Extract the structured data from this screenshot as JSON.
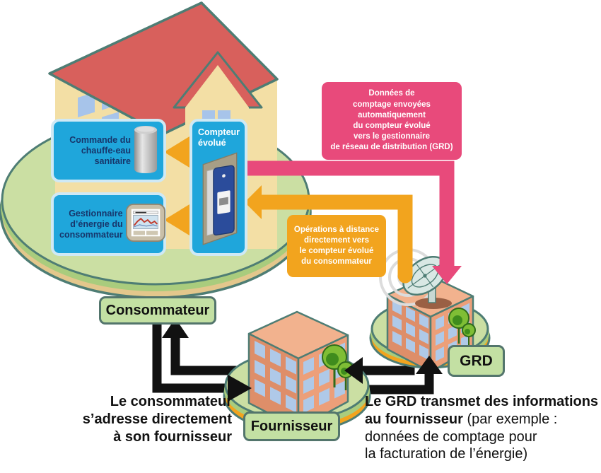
{
  "colors": {
    "callout_pink": "#E84A7B",
    "callout_orange": "#F2A41E",
    "device_box_blue": "#1FA6DB",
    "device_text_blue": "#17366B",
    "label_green": "#C3E0A3",
    "label_border": "#53756C",
    "platform_green": "#CBDFA3",
    "platform_rim_green": "#A9CC7D",
    "platform_rim_tan": "#E3C78C",
    "platform_rim_orange": "#F2A41E",
    "outline_teal": "#4E7D74",
    "roof_red": "#D8605C",
    "wall_tan": "#F3DFA5",
    "building_salmon": "#EC9F79",
    "window_blue": "#AFC9E8",
    "arrow_black": "#111111"
  },
  "house": {
    "devices": {
      "water_heater": {
        "label": "Commande du\nchauffe-eau\nsanitaire",
        "icon": "water-heater-cylinder"
      },
      "energy_manager": {
        "label": "Gestionnaire\nd’énergie du\nconsommateur",
        "icon": "energy-display-screen"
      },
      "smart_meter": {
        "label": "Compteur\névolué",
        "icon": "wall-smart-meter"
      }
    }
  },
  "callouts": {
    "data_to_grd": {
      "text": "Données de\ncomptage envoyées\nautomatiquement\ndu compteur évolué\nvers le gestionnaire\nde réseau de distribution (GRD)",
      "color": "#E84A7B"
    },
    "remote_operations": {
      "text": "Opérations à distance\ndirectement vers\nle compteur évolué\ndu consommateur",
      "color": "#F2A41E"
    }
  },
  "actors": {
    "consumer": "Consommateur",
    "supplier": "Fournisseur",
    "grid_operator": "GRD"
  },
  "captions": {
    "consumer_to_supplier": "Le consommateur\ns’adresse directement\nà son fournisseur",
    "grd_to_supplier_bold": "Le GRD transmet des informations\nau fournisseur",
    "grd_to_supplier_regular": " (par exemple :\ndonnées de comptage pour\nla facturation de l’énergie)"
  },
  "scene_icons": {
    "grd_antenna": "satellite-dish",
    "grd_signal": "radio-waves",
    "vegetation": "tree"
  }
}
